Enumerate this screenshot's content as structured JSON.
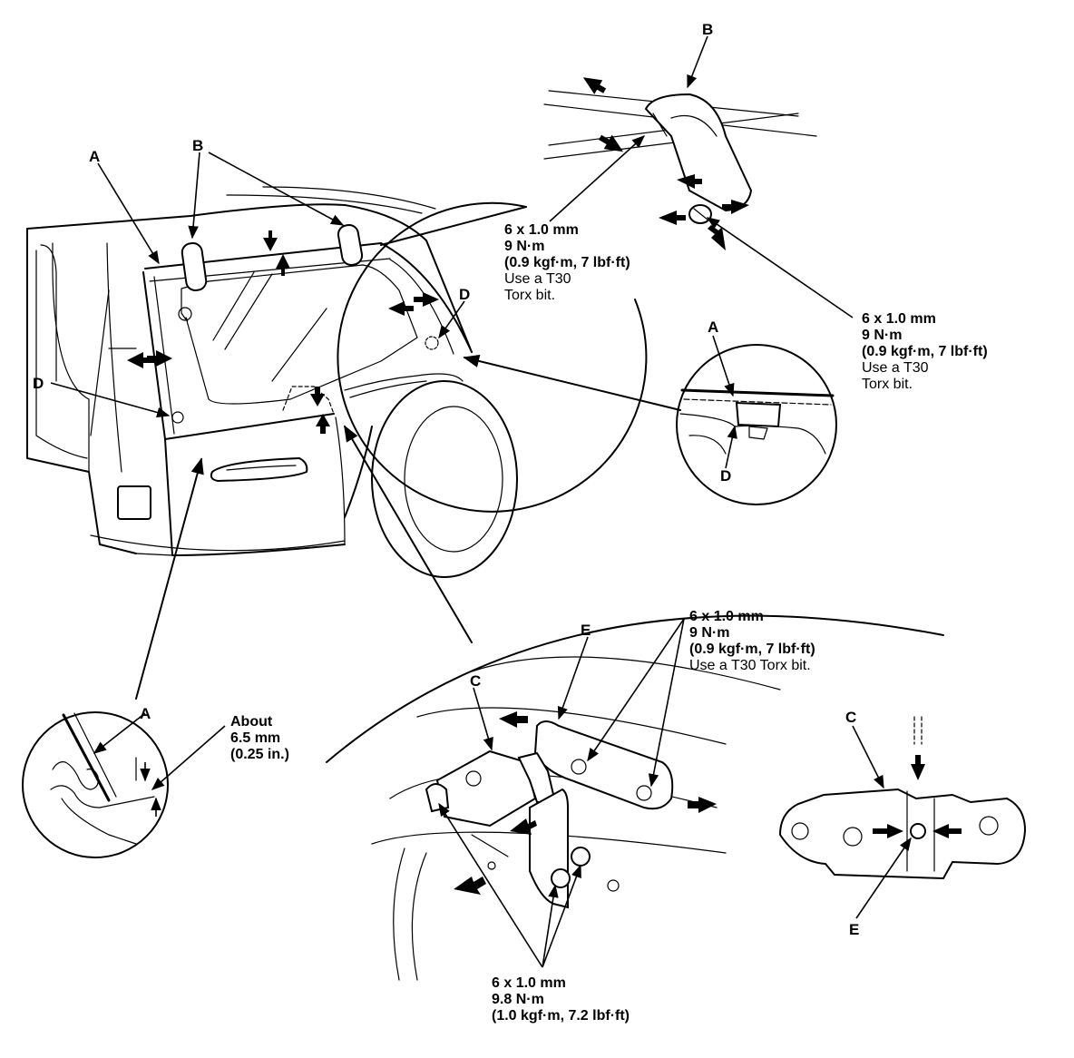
{
  "labels": {
    "a": "A",
    "b": "B",
    "c": "C",
    "d": "D",
    "e": "E"
  },
  "spec_glass_bolt": {
    "size": "6 x 1.0 mm",
    "torque": "9 N·m",
    "alt": "(0.9 kgf·m, 7 lbf·ft)",
    "tool_1": "Use a T30",
    "tool_2": "Torx bit."
  },
  "spec_hinge_bolt": {
    "size": "6 x 1.0 mm",
    "torque": "9 N·m",
    "alt": "(0.9 kgf·m, 7 lbf·ft)",
    "tool": "Use a T30 Torx bit."
  },
  "spec_striker_bolt": {
    "size": "6 x 1.0 mm",
    "torque": "9.8 N·m",
    "alt": "(1.0 kgf·m, 7.2 lbf·ft)"
  },
  "gap_spec": {
    "line1": "About",
    "line2": "6.5 mm",
    "line3": "(0.25 in.)"
  }
}
